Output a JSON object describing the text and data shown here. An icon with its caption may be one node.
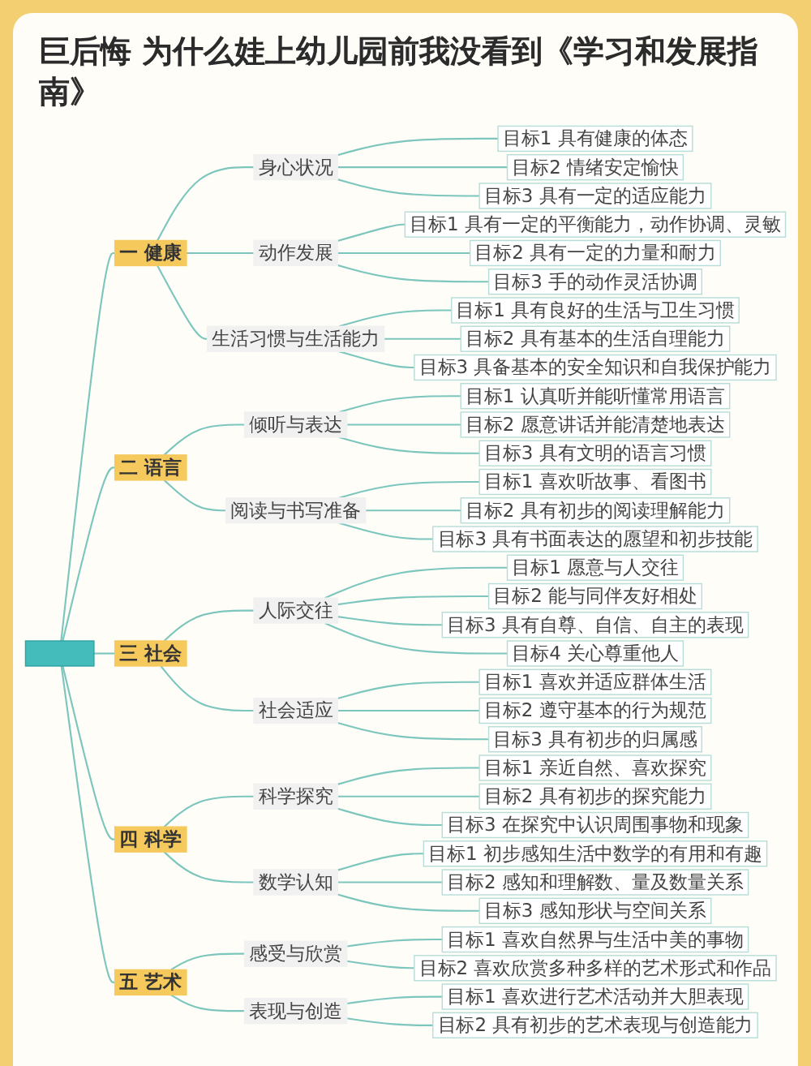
{
  "diagram": {
    "title": "巨后悔 为什么娃上幼儿园前我没看到《学习和发展指南》",
    "nodes": [
      {
        "text": [],
        "shape": "bar"
      },
      {
        "text": [
          "一 健康"
        ]
      },
      {
        "text": [
          "身心状况"
        ]
      },
      {
        "text": [
          "目标1 具有健康的体态"
        ]
      },
      {
        "text": [
          "目标2 情绪安定愉快"
        ]
      },
      {
        "text": [
          "目标3 具有一定的适应能力"
        ]
      },
      {
        "text": [
          "动作发展"
        ]
      },
      {
        "text": [
          "目标1 具有一定的平衡能力，动作协调、灵敏"
        ]
      },
      {
        "text": [
          "目标2 具有一定的力量和耐力"
        ]
      },
      {
        "text": [
          "目标3 手的动作灵活协调"
        ]
      },
      {
        "text": [
          "生活习惯与生活能力"
        ]
      },
      {
        "text": [
          "目标1 具有良好的生活与卫生习惯"
        ]
      },
      {
        "text": [
          "目标2 具有基本的生活自理能力"
        ]
      },
      {
        "text": [
          "目标3 具备基本的安全知识和自我保护能力"
        ]
      },
      {
        "text": [
          "二 语言"
        ]
      },
      {
        "text": [
          "倾听与表达"
        ]
      },
      {
        "text": [
          "目标1 认真听并能听懂常用语言"
        ]
      },
      {
        "text": [
          "目标2 愿意讲话并能清楚地表达"
        ]
      },
      {
        "text": [
          "目标3 具有文明的语言习惯"
        ]
      },
      {
        "text": [
          "阅读与书写准备"
        ]
      },
      {
        "text": [
          "目标1 喜欢听故事、看图书"
        ]
      },
      {
        "text": [
          "目标2 具有初步的阅读理解能力"
        ]
      },
      {
        "text": [
          "目标3 具有书面表达的愿望和初步技能"
        ]
      },
      {
        "text": [
          "三 社会"
        ]
      },
      {
        "text": [
          "人际交往"
        ]
      },
      {
        "text": [
          "目标1 愿意与人交往"
        ]
      },
      {
        "text": [
          "目标2 能与同伴友好相处"
        ]
      },
      {
        "text": [
          "目标3 具有自尊、自信、自主的表现"
        ]
      },
      {
        "text": [
          "目标4 关心尊重他人"
        ]
      },
      {
        "text": [
          "社会适应"
        ]
      },
      {
        "text": [
          "目标1 喜欢并适应群体生活"
        ]
      },
      {
        "text": [
          "目标2 遵守基本的行为规范"
        ]
      },
      {
        "text": [
          "目标3 具有初步的归属感"
        ]
      },
      {
        "text": [
          "四 科学"
        ]
      },
      {
        "text": [
          "科学探究"
        ]
      },
      {
        "text": [
          "目标1 亲近自然、喜欢探究"
        ]
      },
      {
        "text": [
          "目标2 具有初步的探究能力"
        ]
      },
      {
        "text": [
          "目标3 在探究中认识周围事物和现象"
        ]
      },
      {
        "text": [
          "数学认知"
        ]
      },
      {
        "text": [
          "目标1 初步感知生活中数学的有用和有趣"
        ]
      },
      {
        "text": [
          "目标2 感知和理解数、量及数量关系"
        ]
      },
      {
        "text": [
          "目标3 感知形状与空间关系"
        ]
      },
      {
        "text": [
          "五 艺术"
        ]
      },
      {
        "text": [
          "感受与欣赏"
        ]
      },
      {
        "text": [
          "目标1 喜欢自然界与生活中美的事物"
        ]
      },
      {
        "text": [
          "目标2 喜欢欣赏多种多样的艺术形式和作品"
        ]
      },
      {
        "text": [
          "表现与创造"
        ]
      },
      {
        "text": [
          "目标1 喜欢进行艺术活动并大胆表现"
        ]
      },
      {
        "text": [
          "目标2 具有初步的艺术表现与创造能力"
        ]
      }
    ],
    "edges": [
      {
        "from": 0,
        "to": 1,
        "arrow": "none"
      },
      {
        "from": 1,
        "to": 2,
        "arrow": "none"
      },
      {
        "from": 2,
        "to": 3,
        "arrow": "none"
      },
      {
        "from": 2,
        "to": 4,
        "arrow": "none"
      },
      {
        "from": 2,
        "to": 5,
        "arrow": "none"
      },
      {
        "from": 1,
        "to": 6,
        "arrow": "none"
      },
      {
        "from": 6,
        "to": 7,
        "arrow": "none"
      },
      {
        "from": 6,
        "to": 8,
        "arrow": "none"
      },
      {
        "from": 6,
        "to": 9,
        "arrow": "none"
      },
      {
        "from": 1,
        "to": 10,
        "arrow": "none"
      },
      {
        "from": 10,
        "to": 11,
        "arrow": "none"
      },
      {
        "from": 10,
        "to": 12,
        "arrow": "none"
      },
      {
        "from": 10,
        "to": 13,
        "arrow": "none"
      },
      {
        "from": 0,
        "to": 14,
        "arrow": "none"
      },
      {
        "from": 14,
        "to": 15,
        "arrow": "none"
      },
      {
        "from": 15,
        "to": 16,
        "arrow": "none"
      },
      {
        "from": 15,
        "to": 17,
        "arrow": "none"
      },
      {
        "from": 15,
        "to": 18,
        "arrow": "none"
      },
      {
        "from": 14,
        "to": 19,
        "arrow": "none"
      },
      {
        "from": 19,
        "to": 20,
        "arrow": "none"
      },
      {
        "from": 19,
        "to": 21,
        "arrow": "none"
      },
      {
        "from": 19,
        "to": 22,
        "arrow": "none"
      },
      {
        "from": 0,
        "to": 23,
        "arrow": "none"
      },
      {
        "from": 23,
        "to": 24,
        "arrow": "none"
      },
      {
        "from": 24,
        "to": 25,
        "arrow": "none"
      },
      {
        "from": 24,
        "to": 26,
        "arrow": "none"
      },
      {
        "from": 24,
        "to": 27,
        "arrow": "none"
      },
      {
        "from": 24,
        "to": 28,
        "arrow": "none"
      },
      {
        "from": 23,
        "to": 29,
        "arrow": "none"
      },
      {
        "from": 29,
        "to": 30,
        "arrow": "none"
      },
      {
        "from": 29,
        "to": 31,
        "arrow": "none"
      },
      {
        "from": 29,
        "to": 32,
        "arrow": "none"
      },
      {
        "from": 0,
        "to": 33,
        "arrow": "none"
      },
      {
        "from": 33,
        "to": 34,
        "arrow": "none"
      },
      {
        "from": 34,
        "to": 35,
        "arrow": "none"
      },
      {
        "from": 34,
        "to": 36,
        "arrow": "none"
      },
      {
        "from": 34,
        "to": 37,
        "arrow": "none"
      },
      {
        "from": 33,
        "to": 38,
        "arrow": "none"
      },
      {
        "from": 38,
        "to": 39,
        "arrow": "none"
      },
      {
        "from": 38,
        "to": 40,
        "arrow": "none"
      },
      {
        "from": 38,
        "to": 41,
        "arrow": "none"
      },
      {
        "from": 0,
        "to": 42,
        "arrow": "none"
      },
      {
        "from": 42,
        "to": 43,
        "arrow": "none"
      },
      {
        "from": 43,
        "to": 44,
        "arrow": "none"
      },
      {
        "from": 43,
        "to": 45,
        "arrow": "none"
      },
      {
        "from": 42,
        "to": 46,
        "arrow": "none"
      },
      {
        "from": 46,
        "to": 47,
        "arrow": "none"
      },
      {
        "from": 46,
        "to": 48,
        "arrow": "none"
      }
    ]
  }
}
